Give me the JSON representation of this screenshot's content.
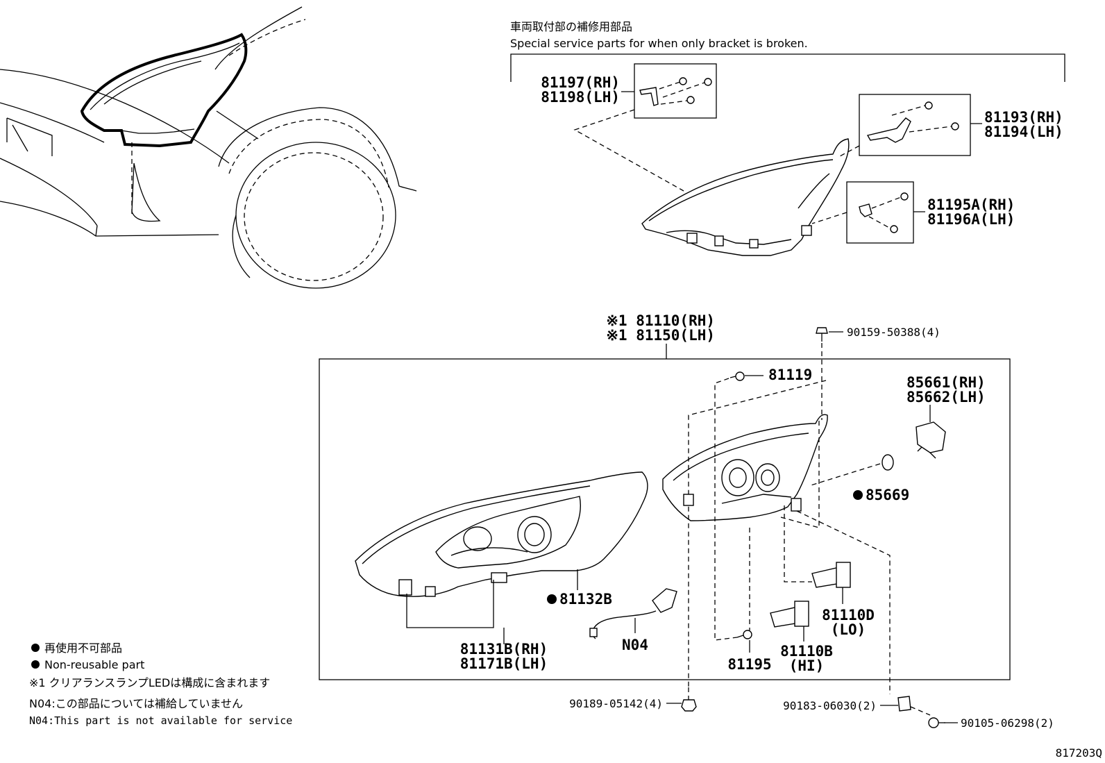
{
  "header": {
    "jp": "車両取付部の補修用部品",
    "en": "Special service parts for when only bracket is broken."
  },
  "parts": {
    "p81197": "81197(RH)",
    "p81198": "81198(LH)",
    "p81193": "81193(RH)",
    "p81194": "81194(LH)",
    "p81195A": "81195A(RH)",
    "p81196A": "81196A(LH)",
    "asm_rh": "※1 81110(RH)",
    "asm_lh": "※1 81150(LH)",
    "p90159": "90159-50388(4)",
    "p81119": "81119",
    "p85661": "85661(RH)",
    "p85662": "85662(LH)",
    "p85669": "85669",
    "p81132B": "81132B",
    "p81131B": "81131B(RH)",
    "p81171B": "81171B(LH)",
    "n04": "N04",
    "p81195": "81195",
    "p81110B": "81110B",
    "p81110B_sub": "(HI)",
    "p81110D": "81110D",
    "p81110D_sub": "(LO)",
    "p90189": "90189-05142(4)",
    "p90183": "90183-06030(2)",
    "p90105": "90105-06298(2)"
  },
  "legend": {
    "nonreusable_jp": "再使用不可部品",
    "nonreusable_en": "Non-reusable part",
    "note1": "※1 クリアランスランプLEDは構成に含まれます",
    "n04_jp": "N04:この部品については補給していません",
    "n04_en": "N04:This part is not available for service"
  },
  "footer": {
    "code": "817203Q"
  }
}
